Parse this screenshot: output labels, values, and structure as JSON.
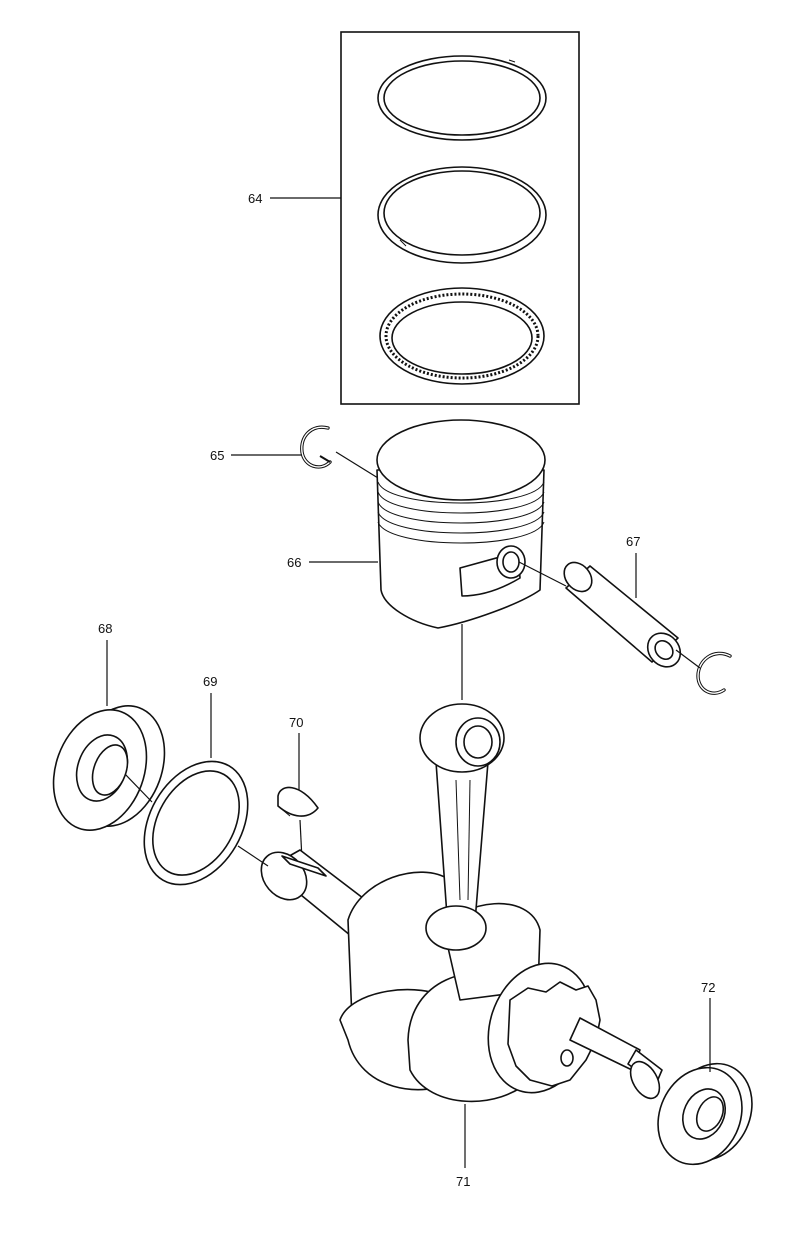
{
  "callouts": {
    "p64": "64",
    "p65": "65",
    "p66": "66",
    "p67": "67",
    "p68": "68",
    "p69": "69",
    "p70": "70",
    "p71": "71",
    "p72": "72"
  }
}
